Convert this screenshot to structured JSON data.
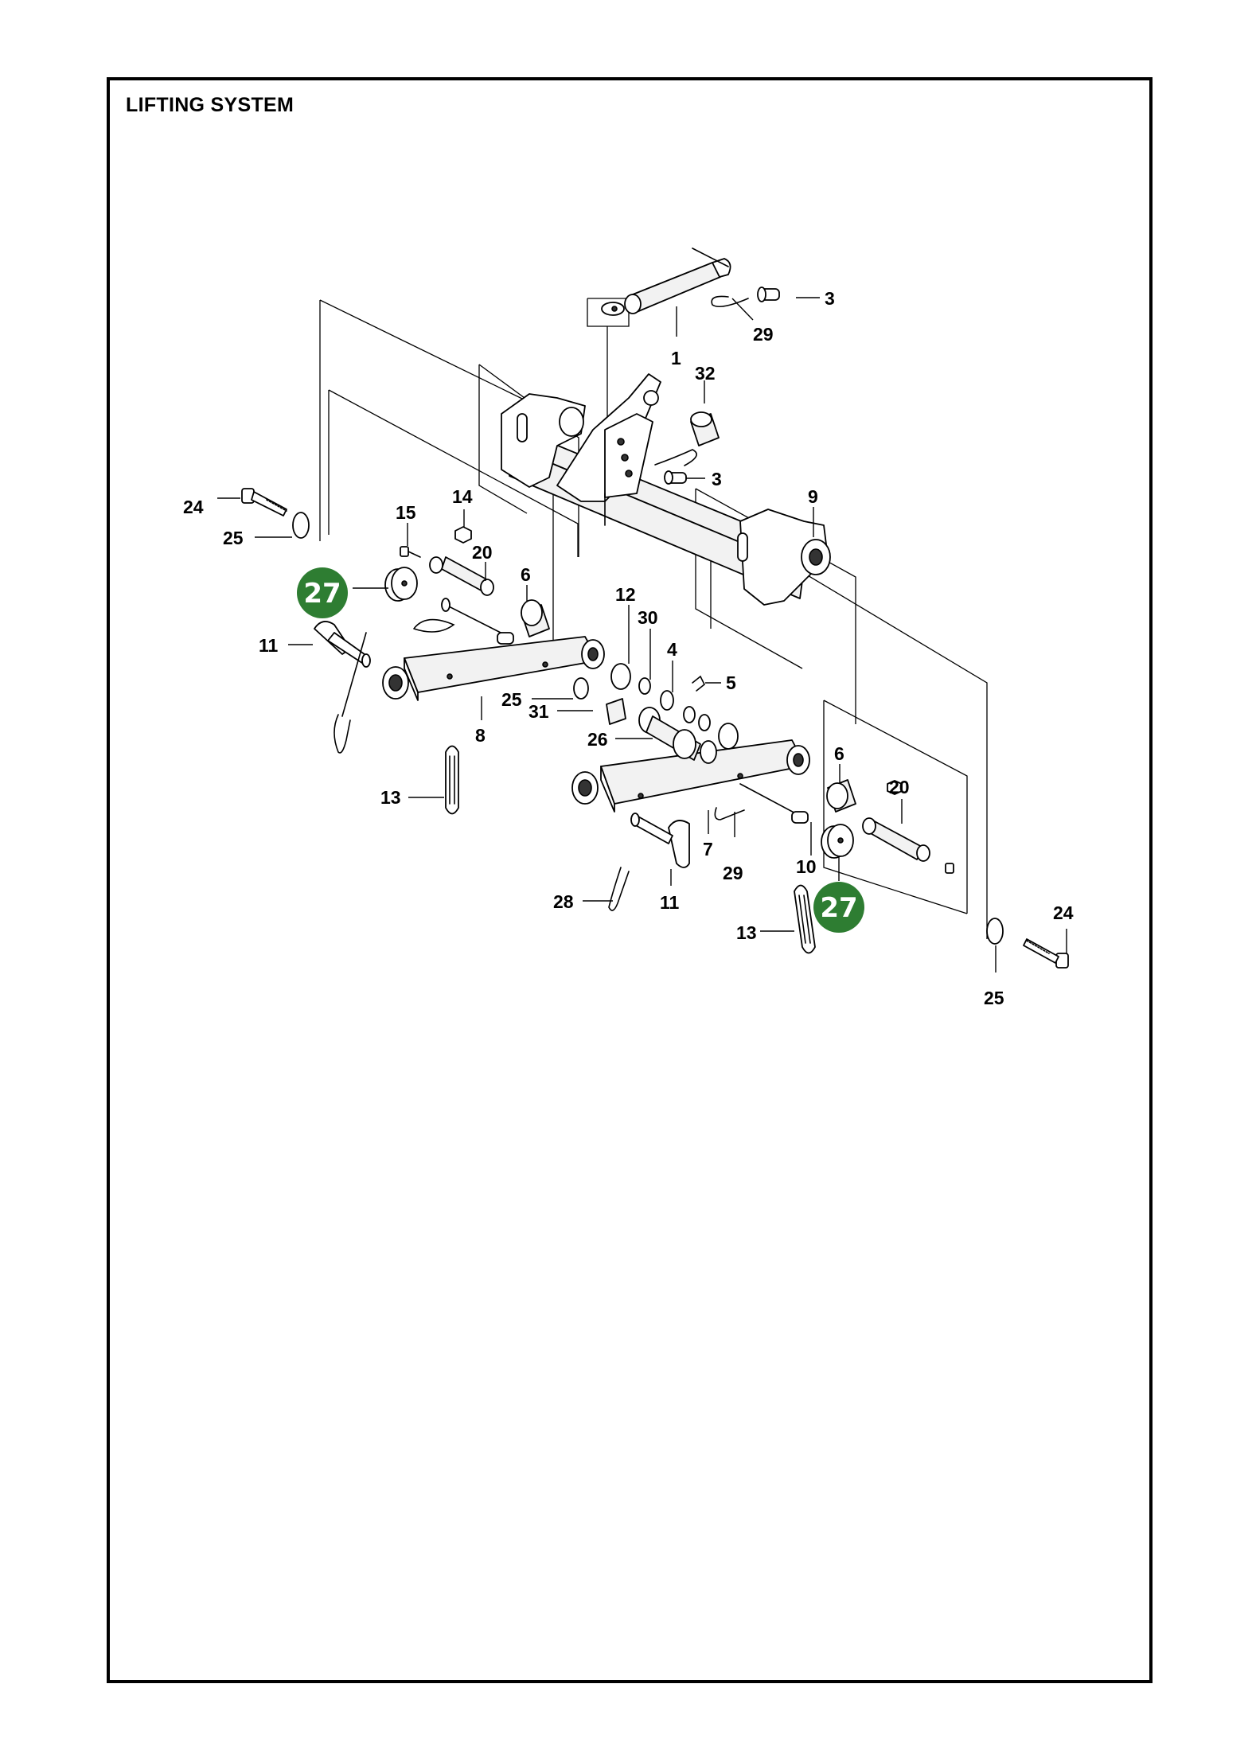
{
  "title": "LIFTING SYSTEM",
  "highlight_color": "#2e7d32",
  "callouts": [
    {
      "id": "c3a",
      "label": "3"
    },
    {
      "id": "c29a",
      "label": "29"
    },
    {
      "id": "c1",
      "label": "1"
    },
    {
      "id": "c32",
      "label": "32"
    },
    {
      "id": "c3b",
      "label": "3"
    },
    {
      "id": "c9",
      "label": "9"
    },
    {
      "id": "c24a",
      "label": "24"
    },
    {
      "id": "c14",
      "label": "14"
    },
    {
      "id": "c15",
      "label": "15"
    },
    {
      "id": "c25a",
      "label": "25"
    },
    {
      "id": "c20a",
      "label": "20"
    },
    {
      "id": "c6a",
      "label": "6"
    },
    {
      "id": "c12",
      "label": "12"
    },
    {
      "id": "c30",
      "label": "30"
    },
    {
      "id": "c11a",
      "label": "11"
    },
    {
      "id": "c4",
      "label": "4"
    },
    {
      "id": "c5",
      "label": "5"
    },
    {
      "id": "c25b",
      "label": "25"
    },
    {
      "id": "c31",
      "label": "31"
    },
    {
      "id": "c8",
      "label": "8"
    },
    {
      "id": "c26",
      "label": "26"
    },
    {
      "id": "c6b",
      "label": "6"
    },
    {
      "id": "c20b",
      "label": "20"
    },
    {
      "id": "c13a",
      "label": "13"
    },
    {
      "id": "c7",
      "label": "7"
    },
    {
      "id": "c29b",
      "label": "29"
    },
    {
      "id": "c10",
      "label": "10"
    },
    {
      "id": "c28",
      "label": "28"
    },
    {
      "id": "c11b",
      "label": "11"
    },
    {
      "id": "c24b",
      "label": "24"
    },
    {
      "id": "c13b",
      "label": "13"
    },
    {
      "id": "c25c",
      "label": "25"
    }
  ],
  "highlighted": [
    {
      "id": "h27a",
      "label": "27"
    },
    {
      "id": "h27b",
      "label": "27"
    }
  ]
}
